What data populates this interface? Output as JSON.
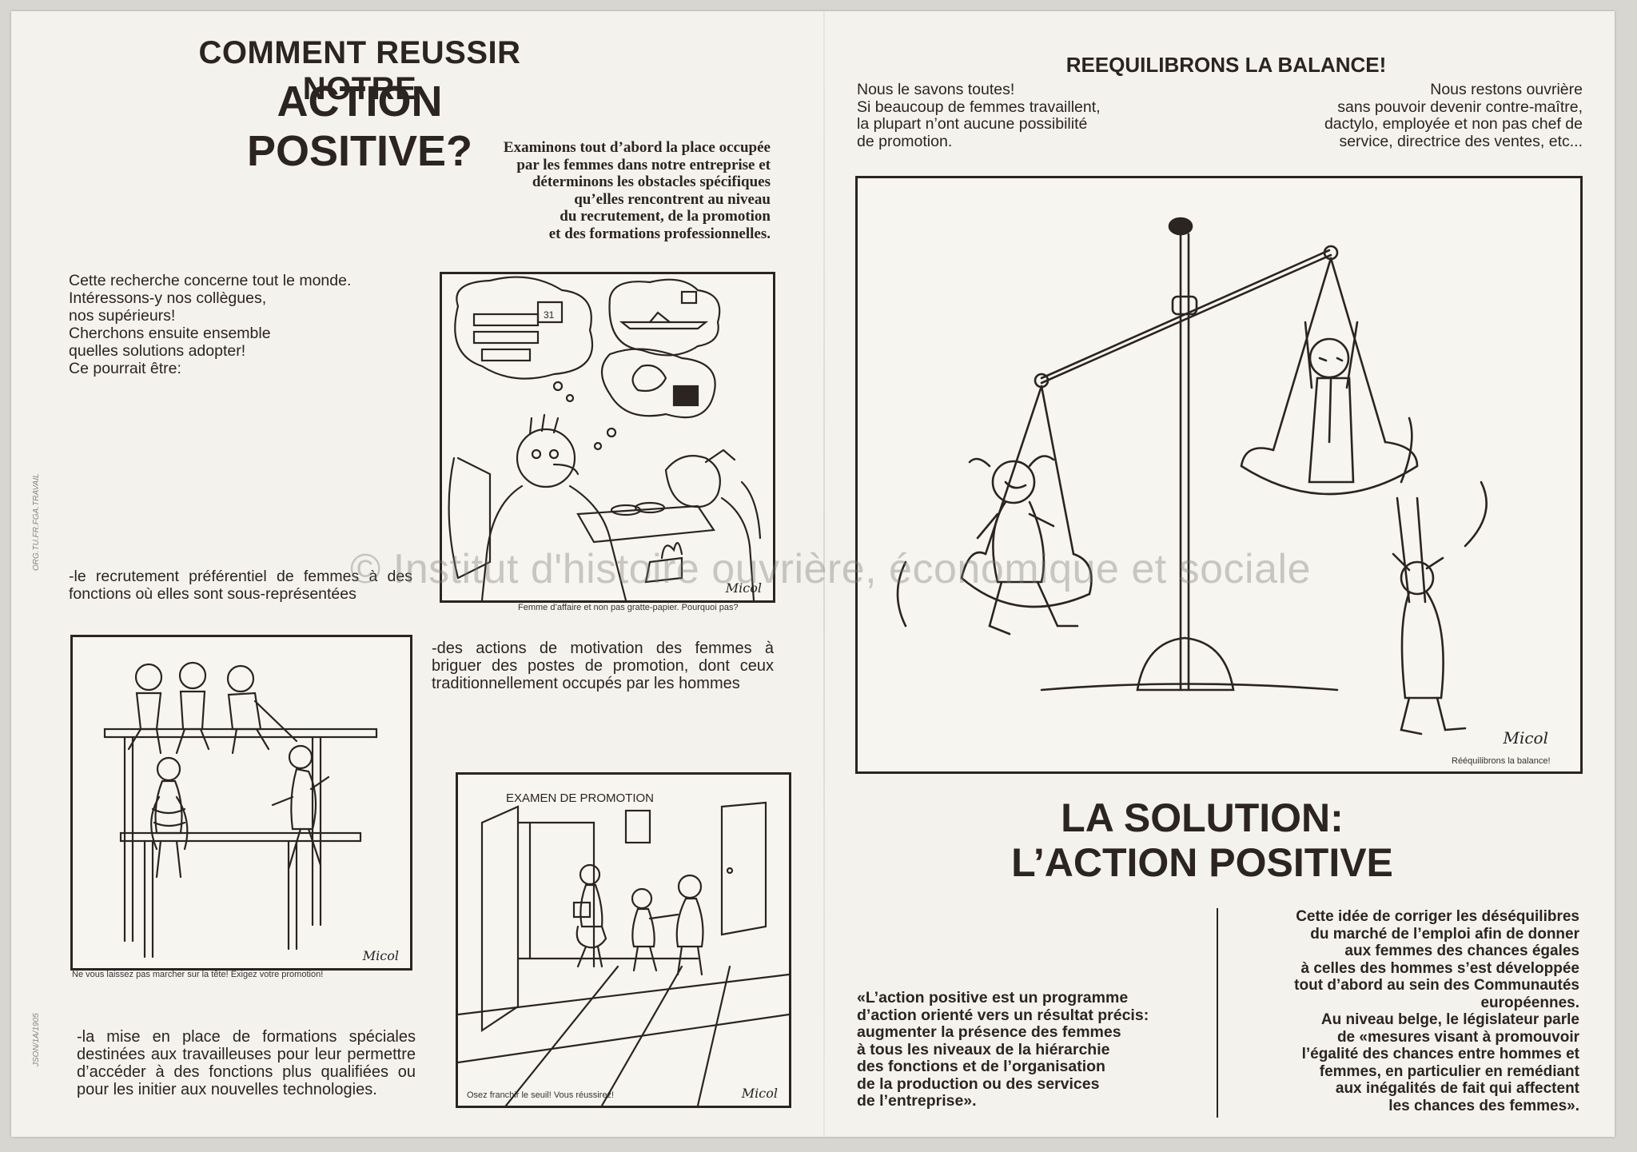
{
  "left": {
    "title_line1": "COMMENT REUSSIR NOTRE",
    "title_line2": "ACTION POSITIVE?",
    "intro": "Examinons tout d’abord la place occupée\npar les femmes dans notre entreprise et\ndéterminons les obstacles spécifiques\nqu’elles rencontrent au niveau\ndu recrutement, de la promotion\net des formations professionnelles.",
    "research": "Cette recherche concerne tout le monde.\nIntéressons-y nos collègues,\nnos supérieurs!\nCherchons ensuite ensemble\nquelles solutions adopter!\nCe pourrait être:",
    "bullet1": "-le recrutement préférentiel de femmes à des fonctions où elles sont sous-représentées",
    "bullet2": "-des actions de motivation des femmes à briguer des postes de promotion, dont ceux traditionnellement occupés par les hommes",
    "bullet3": "-la mise en place de formations spéciales destinées aux travailleuses pour leur permettre d’accéder à des fonctions plus qualifiées ou pour les initier aux nouvelles technologies.",
    "caption1": "Femme d’affaire et non pas gratte-papier. Pourquoi pas?",
    "caption2": "Ne vous laissez pas marcher sur la tête! Exigez votre promotion!",
    "caption3": "Osez franchir le seuil! Vous réussirez!",
    "sign_text": "EXAMEN DE PROMOTION",
    "margin_note1": "ORG.TU.FR.FGA.TRAVAIL",
    "margin_note2": "JSON/1A/1905"
  },
  "right": {
    "title": "REEQUILIBRONS LA BALANCE!",
    "col1": "Nous le savons toutes!\nSi beaucoup de femmes travaillent,\nla plupart n’ont aucune possibilité\nde promotion.",
    "col2": "Nous restons ouvrière\nsans pouvoir devenir contre-maître,\ndactylo, employée et non pas chef de\nservice, directrice des ventes, etc...",
    "caption": "Rééquilibrons la balance!",
    "solution_line1": "LA SOLUTION:",
    "solution_line2": "L’ACTION POSITIVE",
    "quote": "«L’action positive est un programme\nd’action orienté vers un résultat précis:\naugmenter la présence des femmes\nà tous les niveaux de la hiérarchie\ndes fonctions et de l’organisation\nde la production ou des services\nde l’entreprise».",
    "history": "Cette idée de corriger les déséquilibres\ndu marché de l’emploi afin de donner\naux femmes des chances égales\nà celles des hommes s’est développée\ntout d’abord au sein des Communautés\neuropéennes.\nAu niveau belge, le législateur parle\nde «mesures visant à promouvoir\nl’égalité des chances entre hommes et\nfemmes, en particulier en remédiant\naux inégalités de fait qui affectent\nles chances des femmes»."
  },
  "signature": "Micol",
  "watermark": "© Institut d'histoire ouvrière, économique et sociale"
}
